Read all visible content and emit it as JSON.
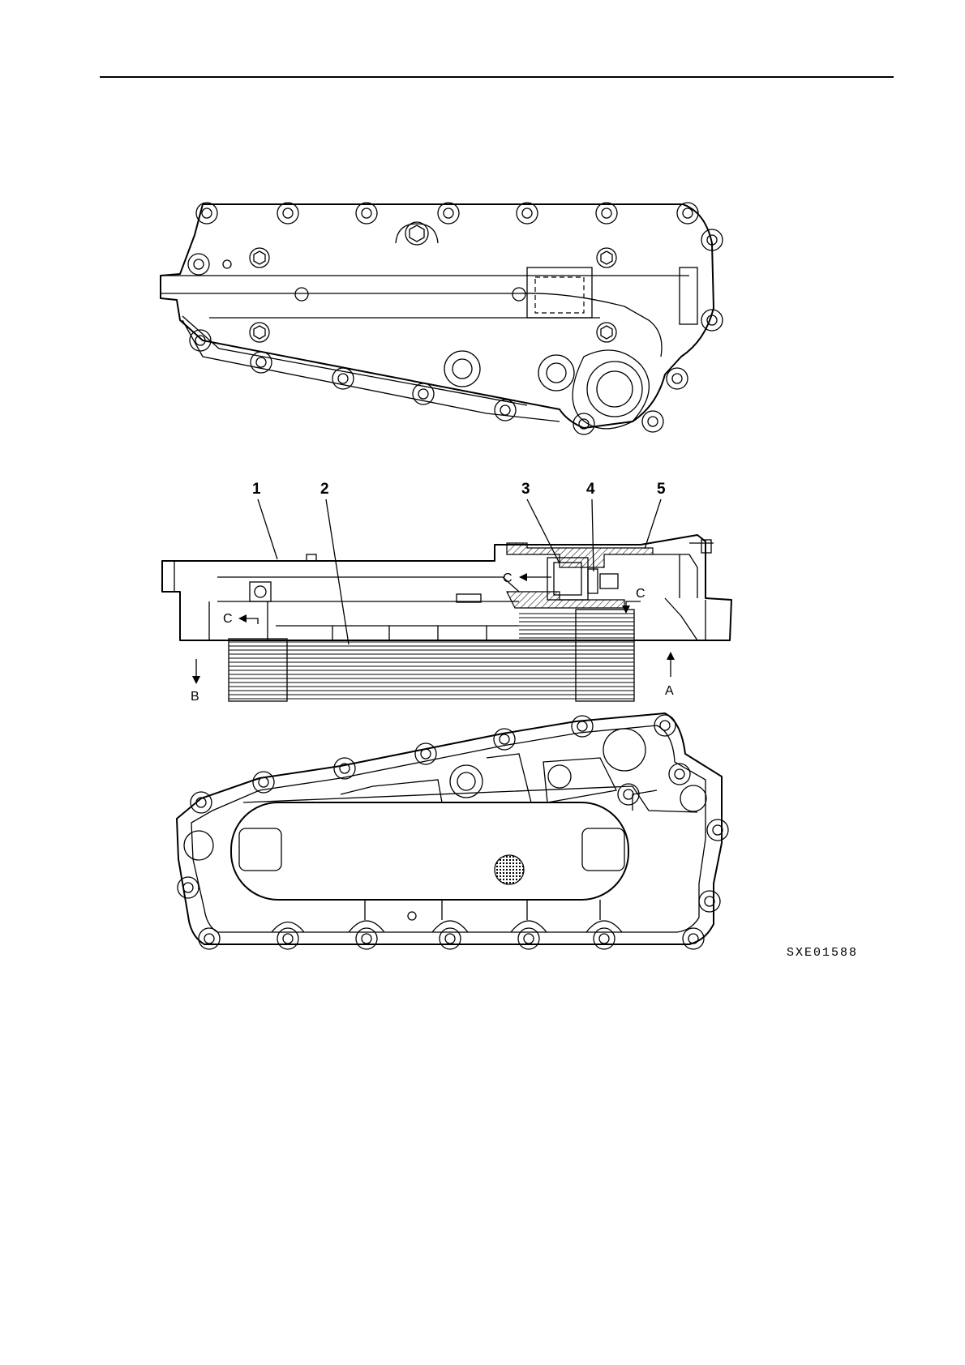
{
  "figure": {
    "callouts": [
      "1",
      "2",
      "3",
      "4",
      "5"
    ],
    "flow_labels": {
      "c_main": "C",
      "c_left": "C",
      "c_right": "C",
      "arrow_a": "A",
      "arrow_b": "B"
    },
    "figure_code": "SXE01588"
  }
}
